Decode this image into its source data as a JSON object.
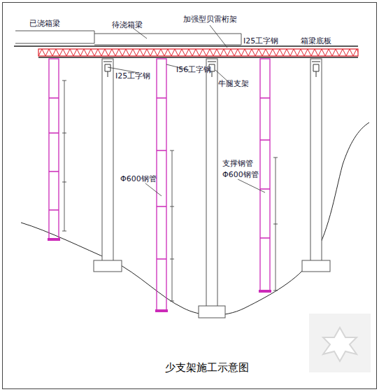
{
  "diagram": {
    "title": "少支架施工示意图",
    "labels": [
      "已浇箱梁",
      "待浇箱梁",
      "加强型贝雷桁架",
      "I25工字钢",
      "箱梁底板",
      "I25工字钢",
      "I56工字钢",
      "牛腿支架",
      "Φ600钢管",
      "支撑钢管",
      "Φ600钢管"
    ]
  }
}
